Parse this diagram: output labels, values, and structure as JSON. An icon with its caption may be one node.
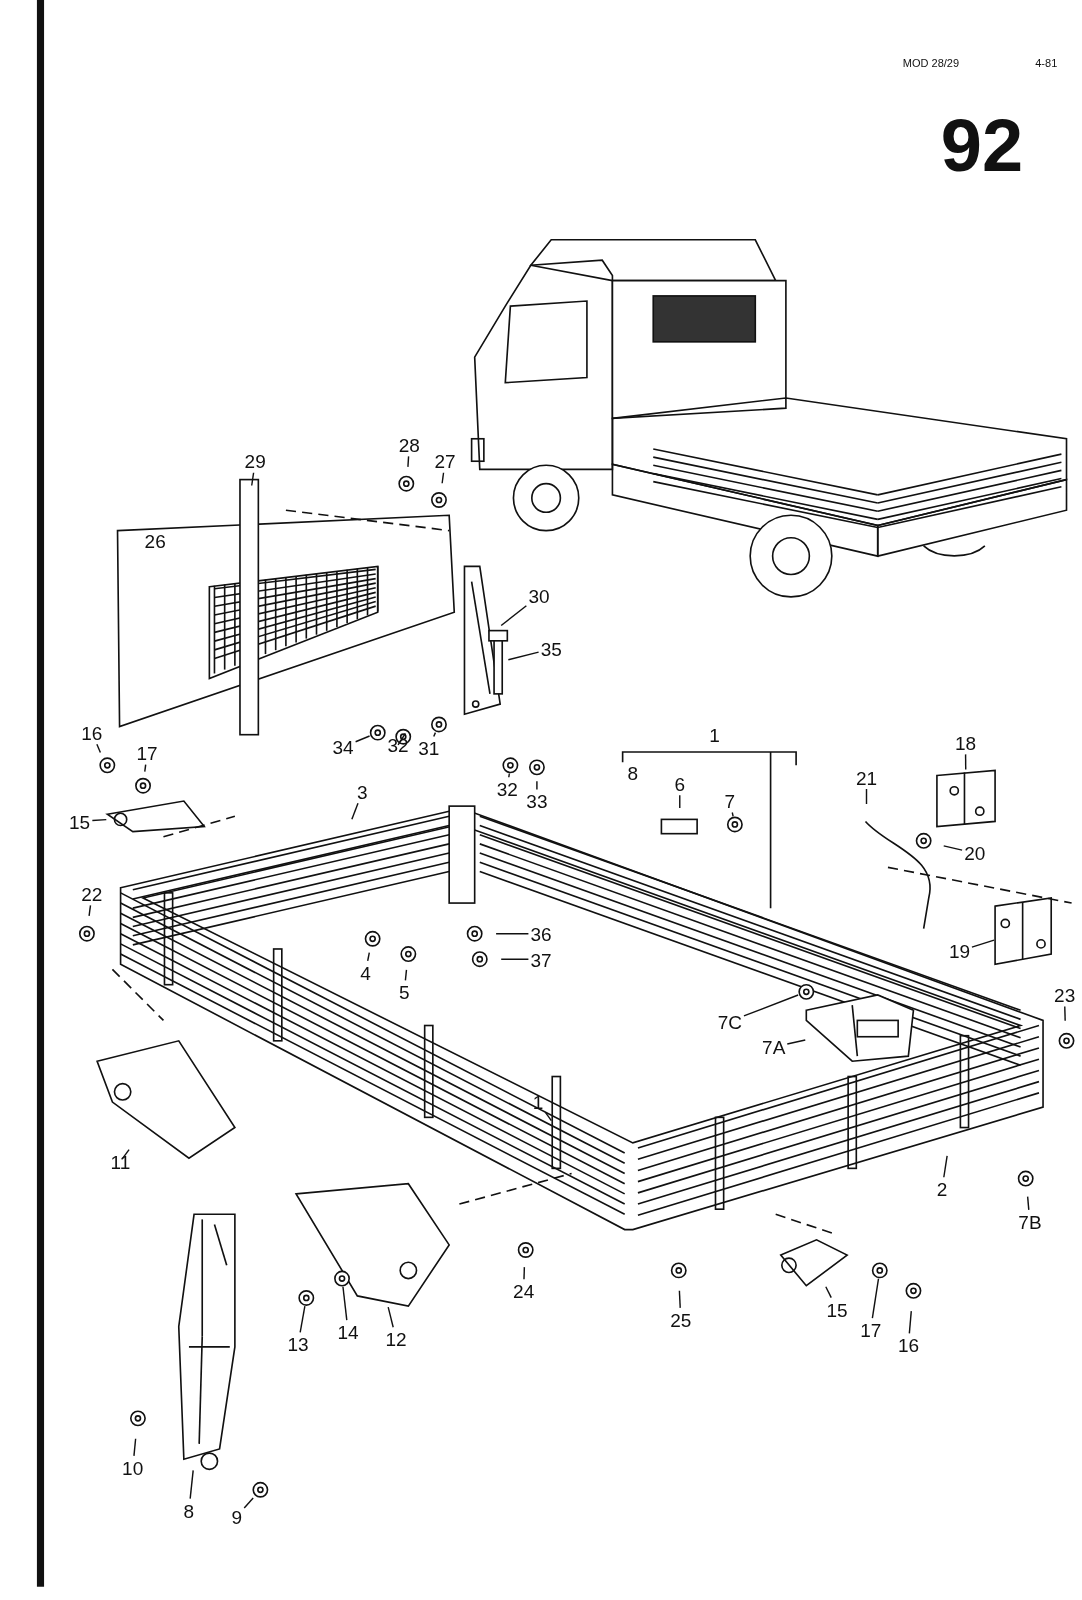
{
  "diagram": {
    "nodes": [
      {
        "text": [
          "29"
        ]
      },
      {
        "text": [
          "28"
        ]
      },
      {
        "text": [
          "27"
        ]
      },
      {
        "text": [
          "30"
        ]
      },
      {
        "text": [
          "35"
        ]
      },
      {
        "text": [
          "16"
        ]
      },
      {
        "text": [
          "17"
        ]
      },
      {
        "text": [
          "34"
        ]
      },
      {
        "text": [
          "32"
        ]
      },
      {
        "text": [
          "31"
        ]
      },
      {
        "text": [
          "6"
        ]
      },
      {
        "text": [
          "7"
        ]
      },
      {
        "text": [
          "18"
        ]
      },
      {
        "text": [
          "21"
        ]
      },
      {
        "text": [
          "32"
        ]
      },
      {
        "text": [
          "33"
        ]
      },
      {
        "text": [
          "3"
        ]
      },
      {
        "text": [
          "15"
        ]
      },
      {
        "text": [
          "20"
        ]
      },
      {
        "text": [
          "22"
        ]
      },
      {
        "text": [
          "36"
        ]
      },
      {
        "text": [
          "4"
        ]
      },
      {
        "text": [
          "5"
        ]
      },
      {
        "text": [
          "37"
        ]
      },
      {
        "text": [
          "19"
        ]
      },
      {
        "text": [
          "7C"
        ]
      },
      {
        "text": [
          "23"
        ]
      },
      {
        "text": [
          "7A"
        ]
      },
      {
        "text": [
          "1"
        ]
      },
      {
        "text": [
          "11"
        ]
      },
      {
        "text": [
          "2"
        ]
      },
      {
        "text": [
          "7B"
        ]
      },
      {
        "text": [
          "24"
        ]
      },
      {
        "text": [
          "25"
        ]
      },
      {
        "text": [
          "12"
        ]
      },
      {
        "text": [
          "15"
        ]
      },
      {
        "text": [
          "17"
        ]
      },
      {
        "text": [
          "13"
        ]
      },
      {
        "text": [
          "14"
        ]
      },
      {
        "text": [
          "16"
        ]
      },
      {
        "text": [
          "10"
        ]
      },
      {
        "text": [
          "8"
        ]
      },
      {
        "text": [
          "9"
        ]
      },
      {
        "text": [],
        "shape": "picture"
      },
      {
        "text": [],
        "shape": "picture"
      },
      {
        "text": [],
        "shape": "picture"
      },
      {
        "text": [],
        "shape": "picture"
      },
      {
        "text": [],
        "shape": "picture"
      },
      {
        "text": [],
        "shape": "picture"
      },
      {
        "text": [],
        "shape": "picture"
      },
      {
        "text": [],
        "shape": "picture"
      },
      {
        "text": [],
        "shape": "picture"
      },
      {
        "text": [],
        "shape": "picture"
      },
      {
        "text": [],
        "shape": "picture"
      },
      {
        "text": [],
        "shape": "picture"
      },
      {
        "text": [],
        "shape": "picture"
      },
      {
        "text": [],
        "shape": "picture"
      },
      {
        "text": [],
        "shape": "picture"
      },
      {
        "text": [],
        "shape": "picture"
      },
      {
        "text": [],
        "shape": "picture"
      },
      {
        "text": [],
        "shape": "picture"
      },
      {
        "text": [],
        "shape": "picture"
      },
      {
        "text": [],
        "shape": "picture"
      }
    ],
    "edges": [
      {
        "from": 0,
        "to": null,
        "arrow": "none"
      },
      {
        "from": 1,
        "to": null,
        "arrow": "none"
      },
      {
        "from": 2,
        "to": null,
        "arrow": "none"
      },
      {
        "from": 3,
        "to": 57,
        "arrow": "none"
      },
      {
        "from": 4,
        "to": 43,
        "arrow": "none"
      },
      {
        "from": 5,
        "to": null,
        "arrow": "none"
      },
      {
        "from": 6,
        "to": null,
        "arrow": "none"
      },
      {
        "from": 7,
        "to": 45,
        "arrow": "none"
      },
      {
        "from": 8,
        "to": 46,
        "arrow": "none"
      },
      {
        "from": 9,
        "to": 44,
        "arrow": "none"
      },
      {
        "from": 10,
        "to": null,
        "arrow": "none"
      },
      {
        "from": 11,
        "to": 49,
        "arrow": "none"
      },
      {
        "from": 12,
        "to": 48,
        "arrow": "none"
      },
      {
        "from": 13,
        "to": null,
        "arrow": "none"
      },
      {
        "from": 14,
        "to": 47,
        "arrow": "none"
      },
      {
        "from": 15,
        "to": null,
        "arrow": "none"
      },
      {
        "from": 16,
        "to": null,
        "arrow": "none"
      },
      {
        "from": 17,
        "to": 58,
        "arrow": "none"
      },
      {
        "from": 18,
        "to": null,
        "arrow": "none"
      },
      {
        "from": 19,
        "to": null,
        "arrow": "none"
      },
      {
        "from": 20,
        "to": null,
        "arrow": "none"
      },
      {
        "from": 21,
        "to": null,
        "arrow": "none"
      },
      {
        "from": 22,
        "to": null,
        "arrow": "none"
      },
      {
        "from": 23,
        "to": null,
        "arrow": "none"
      },
      {
        "from": 24,
        "to": 50,
        "arrow": "none"
      },
      {
        "from": 25,
        "to": 51,
        "arrow": "none"
      },
      {
        "from": 26,
        "to": null,
        "arrow": "none"
      },
      {
        "from": 27,
        "to": 59,
        "arrow": "none"
      },
      {
        "from": 28,
        "to": null,
        "arrow": "none"
      },
      {
        "from": 29,
        "to": 60,
        "arrow": "none"
      },
      {
        "from": 30,
        "to": null,
        "arrow": "none"
      },
      {
        "from": 31,
        "to": null,
        "arrow": "none"
      },
      {
        "from": 32,
        "to": null,
        "arrow": "none"
      },
      {
        "from": 33,
        "to": null,
        "arrow": "none"
      },
      {
        "from": 34,
        "to": 62,
        "arrow": "none"
      },
      {
        "from": 35,
        "to": 61,
        "arrow": "none"
      },
      {
        "from": 36,
        "to": 52,
        "arrow": "none"
      },
      {
        "from": 37,
        "to": 54,
        "arrow": "none"
      },
      {
        "from": 38,
        "to": 53,
        "arrow": "none"
      },
      {
        "from": 39,
        "to": null,
        "arrow": "none"
      },
      {
        "from": 40,
        "to": null,
        "arrow": "none"
      },
      {
        "from": 41,
        "to": 55,
        "arrow": "none"
      },
      {
        "from": 42,
        "to": 56,
        "arrow": "none"
      }
    ],
    "labels": [
      "MOD 28/29",
      "4-81",
      "92",
      "26",
      "1",
      "8"
    ]
  }
}
